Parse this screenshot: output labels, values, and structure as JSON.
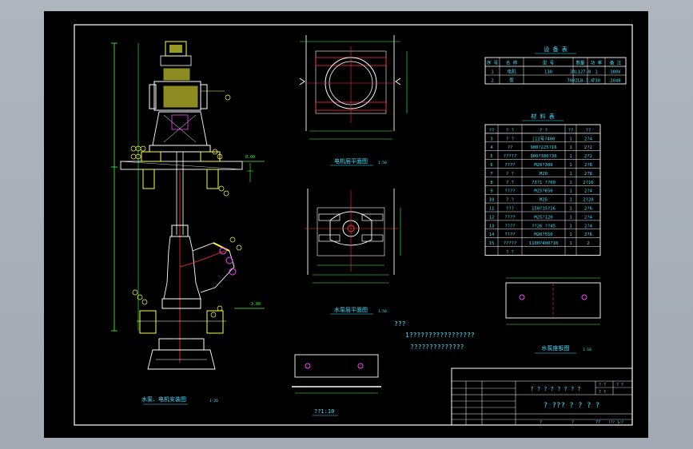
{
  "equipment_table": {
    "title": "设 备 表",
    "header": [
      "序 号",
      "名 称",
      "型 号",
      "数量",
      "功 率",
      "备 注"
    ],
    "rows": [
      [
        "1",
        "电机",
        "130",
        "JRL127-8",
        "1",
        "380V"
      ],
      [
        "2",
        "泵",
        "",
        "700ZLB-7.6",
        "730",
        "2048"
      ]
    ]
  },
  "material_table": {
    "title": "材 料 表",
    "header": [
      "??",
      "? ?",
      "? ?",
      "??",
      "??",
      "? ?"
    ],
    "rows": [
      [
        "3",
        "? ?",
        "[12号?400",
        "1",
        "2?4"
      ],
      [
        "4",
        "??",
        "900?225?16",
        "1",
        "2?2"
      ],
      [
        "5",
        "?????",
        "900?300?30",
        "1",
        "2?2"
      ],
      [
        "6",
        "????",
        "M20?300",
        "1",
        "2?8"
      ],
      [
        "7",
        "? ?",
        "M20",
        "1",
        "2?8"
      ],
      [
        "8",
        "? ?",
        "?3?1 ??60",
        "1",
        "2?16"
      ],
      [
        "9",
        "????",
        "M25?650",
        "1",
        "2?4"
      ],
      [
        "10",
        "? ?",
        "M25",
        "1",
        "2?20"
      ],
      [
        "11",
        "???",
        "150?15?16",
        "1",
        "2?6"
      ],
      [
        "12",
        "????",
        "M25?120",
        "1",
        "2?4"
      ],
      [
        "13",
        "????",
        "??26 ??45",
        "1",
        "2?4"
      ],
      [
        "14",
        "????",
        "M20?550",
        "1",
        "2?6"
      ],
      [
        "15",
        "?????",
        "1100?400?10",
        "1",
        "2"
      ],
      [
        "",
        "? ?",
        "",
        "",
        ""
      ]
    ]
  },
  "view_labels": {
    "main": "水泵、电机安装图",
    "main_scale": "1:20",
    "motor_floor": "电机层平面图",
    "motor_floor_scale": "1:50",
    "pump_floor": "水泵层平面图",
    "pump_floor_scale": "1:50",
    "section": "??1:10",
    "pump_base": "水泵座板图",
    "pump_base_scale": "1:10"
  },
  "notes": {
    "line1": "???",
    "line2": "1?????????????????",
    "line3": "??????????????"
  },
  "title_block": {
    "name_row": "? ? ? ? ? ? ? ?",
    "drawing_title": "? ??? ? ? ? ?",
    "label_right1": "? ?",
    "label_right2": "? ?",
    "label_right3": "? ?",
    "bottom_labels": [
      "?",
      "?",
      "??"
    ],
    "sheet": "??? 1/?"
  },
  "levels": {
    "floor": "0.00",
    "lower": "-3.00"
  },
  "colors": {
    "background": "#000000",
    "frame": "#ffffff",
    "drawing": "#ffffff",
    "dimension": "#40ff40",
    "text_cyan": "#40e0ff",
    "red": "#ff3030",
    "magenta": "#ff40ff",
    "yellow": "#ffff40",
    "blue": "#5050ff"
  }
}
